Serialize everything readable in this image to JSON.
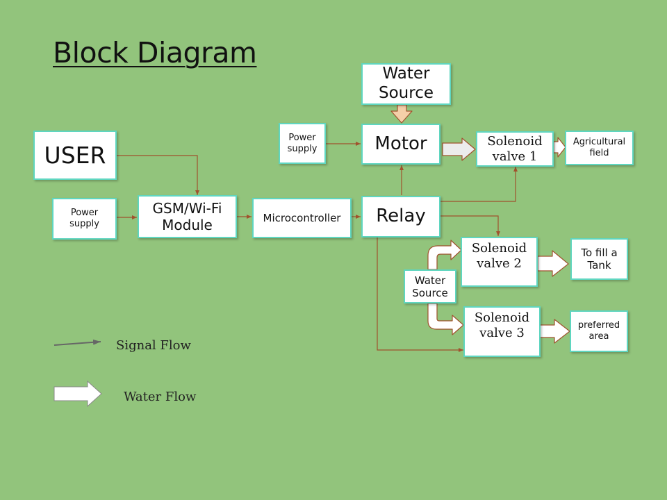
{
  "title": "Block Diagram",
  "blocks": {
    "user": "USER",
    "power_supply_left": "Power supply",
    "gsm_module": "GSM/Wi-Fi Module",
    "microcontroller": "Microcontroller",
    "relay": "Relay",
    "power_supply_top": "Power supply",
    "motor": "Motor",
    "water_source_top": "Water Source",
    "solenoid_valve_1": "Solenoid valve 1",
    "agricultural_field": "Agricultural field",
    "solenoid_valve_2": "Solenoid valve 2",
    "to_fill_tank": "To fill a Tank",
    "water_source_bottom": "Water Source",
    "solenoid_valve_3": "Solenoid valve 3",
    "preferred_area": "preferred area"
  },
  "legend": {
    "signal_flow": "Signal Flow",
    "water_flow": "Water Flow"
  },
  "colors": {
    "background": "#92c47c",
    "box_border": "#5fd6c0",
    "signal_line": "#a0522d",
    "legend_signal_line": "#666666",
    "water_arrow_fill": "#ffffff",
    "water_arrow_stroke": "#a0522d"
  }
}
